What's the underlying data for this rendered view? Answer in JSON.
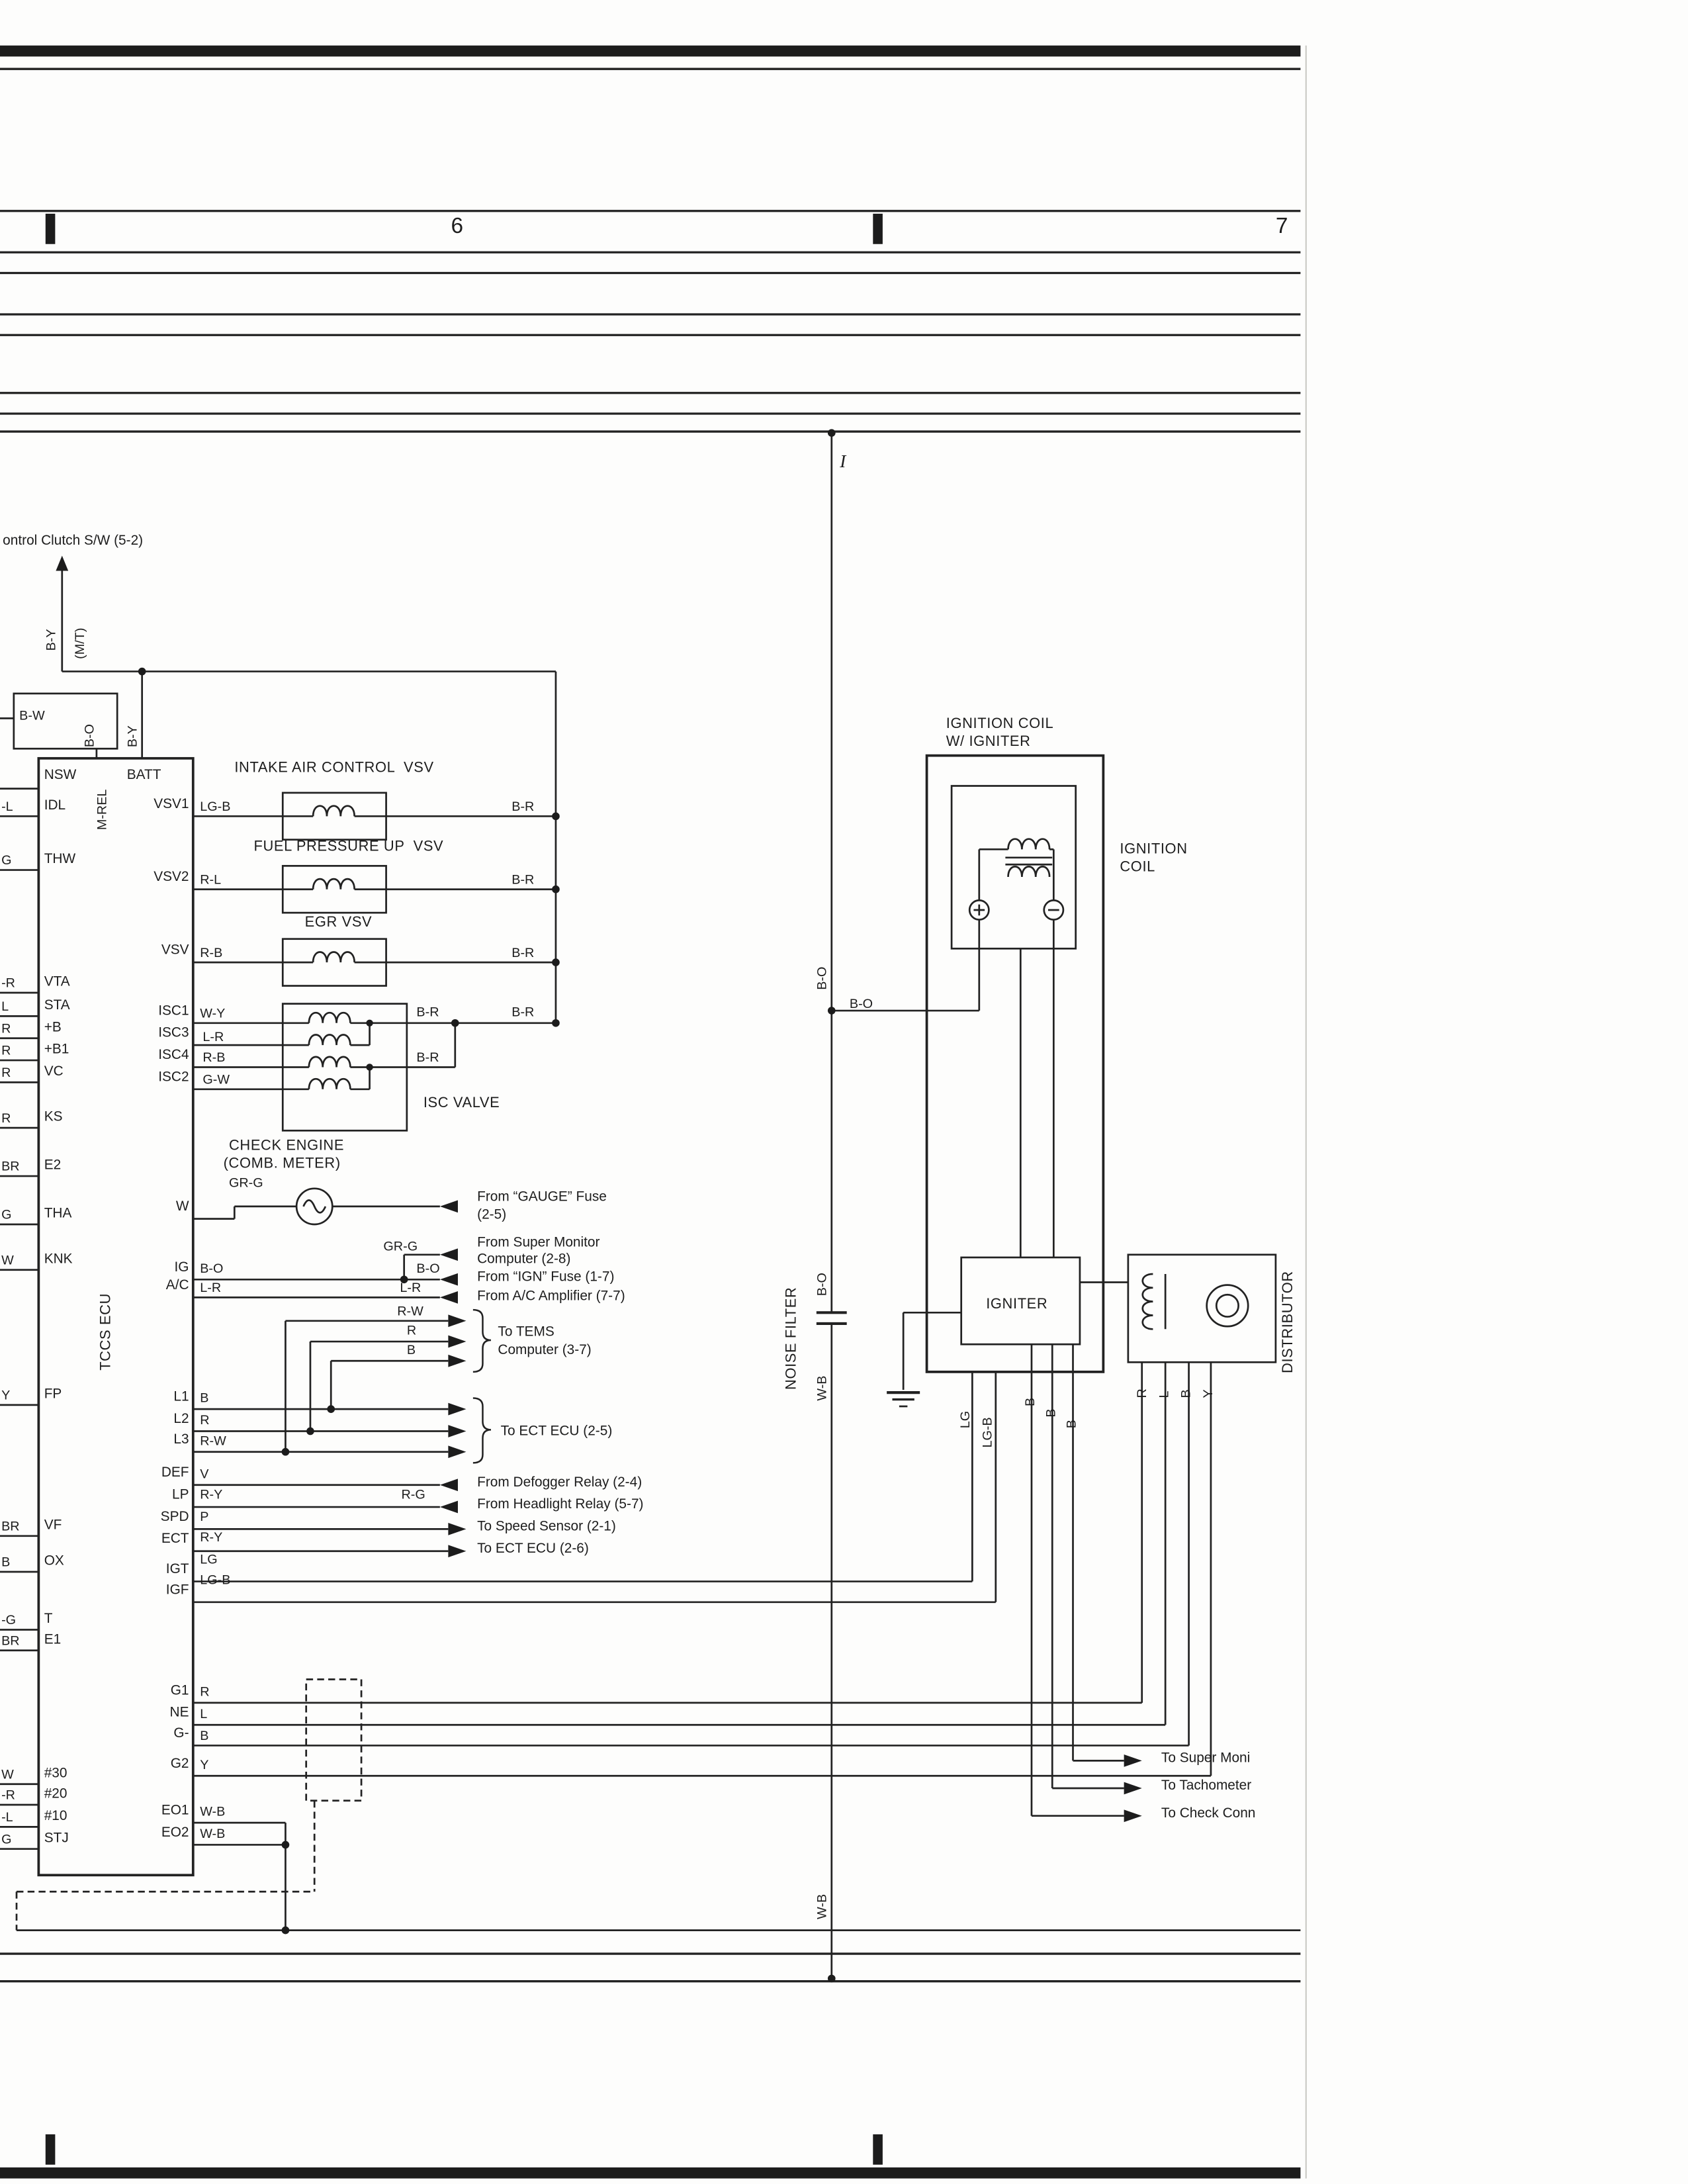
{
  "page": {
    "section_left": "6",
    "section_right": "7",
    "bus_tag": "I"
  },
  "top_left": {
    "clutch_sw": "ontrol Clutch S/W (5-2)"
  },
  "ecu": {
    "title": "TCCS ECU",
    "m_rel": "M-REL",
    "batt": "BATT",
    "left_pins": [
      "NSW",
      "IDL",
      "THW",
      "VTA",
      "STA",
      "+B",
      "+B1",
      "VC",
      "KS",
      "E2",
      "THA",
      "KNK",
      "FP",
      "VF",
      "OX",
      "T",
      "E1",
      "#30",
      "#20",
      "#10",
      "STJ"
    ],
    "right_pins": [
      "VSV1",
      "VSV2",
      "VSV",
      "ISC1",
      "ISC3",
      "ISC4",
      "ISC2",
      "W",
      "IG",
      "A/C",
      "L1",
      "L2",
      "L3",
      "DEF",
      "LP",
      "SPD",
      "ECT",
      "IGT",
      "IGF",
      "G1",
      "NE",
      "G-",
      "G2",
      "EO1",
      "EO2"
    ]
  },
  "wire_colors": {
    "b_y": "B-Y",
    "mt": "(M/T)",
    "b_w": "B-W",
    "b_o": "B-O",
    "lg_b": "LG-B",
    "b_r": "B-R",
    "r_l": "R-L",
    "r_b": "R-B",
    "w_y": "W-Y",
    "l_r": "L-R",
    "g_w": "G-W",
    "gr_g": "GR-G",
    "r_w": "R-W",
    "r": "R",
    "b": "B",
    "v": "V",
    "r_y": "R-Y",
    "r_g": "R-G",
    "p": "P",
    "lg": "LG",
    "w_b": "W-B",
    "l": "L",
    "y": "Y",
    "g": "G",
    "w": "W",
    "br": "BR",
    "neg_l": "-L",
    "neg_r": "-R",
    "neg_g": "-G"
  },
  "components": {
    "intake_vsv": "INTAKE AIR CONTROL  VSV",
    "fuel_vsv": "FUEL PRESSURE UP  VSV",
    "egr_vsv": "EGR VSV",
    "isc_valve": "ISC VALVE",
    "check_engine_1": "CHECK ENGINE",
    "check_engine_2": "(COMB. METER)",
    "ign_assy_1": "IGNITION COIL",
    "ign_assy_2": "W/ IGNITER",
    "ign_coil_1": "IGNITION",
    "ign_coil_2": "COIL",
    "igniter": "IGNITER",
    "distributor": "DISTRIBUTOR",
    "noise_filter": "NOISE FILTER"
  },
  "annotations": {
    "gauge_1": "From “GAUGE” Fuse",
    "gauge_2": "(2-5)",
    "super_mon_1": "From Super Monitor",
    "super_mon_2": "Computer (2-8)",
    "ign_fuse": "From “IGN” Fuse (1-7)",
    "ac_amp": "From A/C Amplifier (7-7)",
    "tems_1": "To TEMS",
    "tems_2": "Computer (3-7)",
    "ect_a": "To ECT ECU (2-5)",
    "defogger": "From Defogger Relay (2-4)",
    "headlight": "From Headlight Relay (5-7)",
    "speed": "To Speed Sensor (2-1)",
    "ect_b": "To ECT ECU (2-6)",
    "super_moni": "To Super Moni",
    "tachometer": "To Tachometer",
    "check_conn": "To Check Conn"
  }
}
